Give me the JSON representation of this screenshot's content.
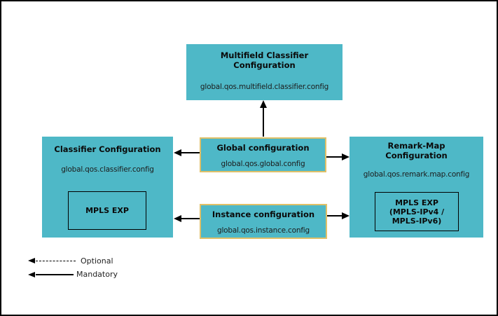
{
  "diagram": {
    "boxes": {
      "multifield": {
        "title": "Multifield Classifier Configuration",
        "subtitle": "global.qos.multifield.classifier.config"
      },
      "classifier": {
        "title": "Classifier Configuration",
        "subtitle": "global.qos.classifier.config",
        "inner": "MPLS EXP"
      },
      "global": {
        "title": "Global configuration",
        "subtitle": "global.qos.global.config"
      },
      "instance": {
        "title": "Instance configuration",
        "subtitle": "global.qos.instance.config"
      },
      "remark": {
        "title": "Remark-Map Configuration",
        "subtitle": "global.qos.remark.map.config",
        "inner_lines": [
          "MPLS EXP",
          "(MPLS-IPv4 /",
          "MPLS-IPv6)"
        ]
      }
    },
    "legend": {
      "optional": "Optional",
      "mandatory": "Mandatory"
    },
    "colors": {
      "box_fill": "#4eb8c7",
      "highlight_border": "#e0c068",
      "line": "#000000"
    }
  }
}
